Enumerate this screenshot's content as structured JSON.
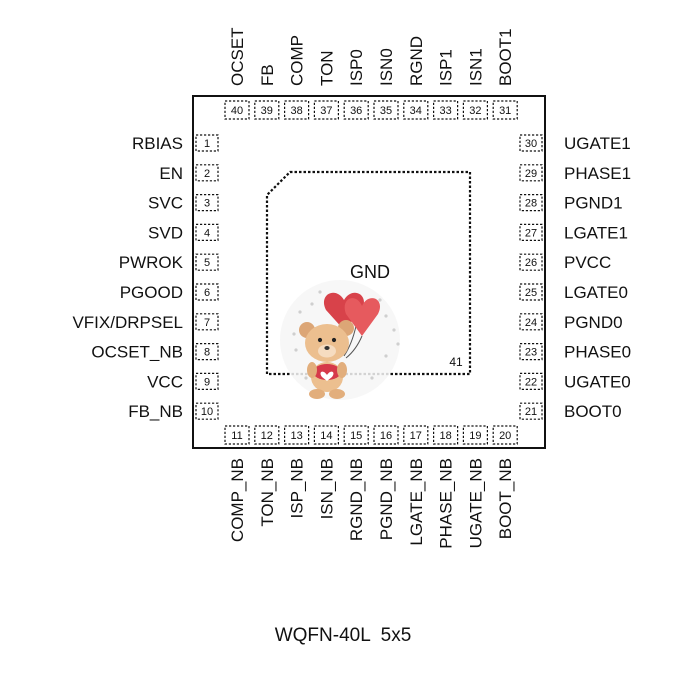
{
  "package_name": "WQFN-40L  5x5",
  "center_pad_label": "GND",
  "center_pad_number": "41",
  "pins_left": [
    {
      "num": "1",
      "name": "RBIAS"
    },
    {
      "num": "2",
      "name": "EN"
    },
    {
      "num": "3",
      "name": "SVC"
    },
    {
      "num": "4",
      "name": "SVD"
    },
    {
      "num": "5",
      "name": "PWROK"
    },
    {
      "num": "6",
      "name": "PGOOD"
    },
    {
      "num": "7",
      "name": "VFIX/DRPSEL"
    },
    {
      "num": "8",
      "name": "OCSET_NB"
    },
    {
      "num": "9",
      "name": "VCC"
    },
    {
      "num": "10",
      "name": "FB_NB"
    }
  ],
  "pins_bottom": [
    {
      "num": "11",
      "name": "COMP_NB"
    },
    {
      "num": "12",
      "name": "TON_NB"
    },
    {
      "num": "13",
      "name": "ISP_NB"
    },
    {
      "num": "14",
      "name": "ISN_NB"
    },
    {
      "num": "15",
      "name": "RGND_NB"
    },
    {
      "num": "16",
      "name": "PGND_NB"
    },
    {
      "num": "17",
      "name": "LGATE_NB"
    },
    {
      "num": "18",
      "name": "PHASE_NB"
    },
    {
      "num": "19",
      "name": "UGATE_NB"
    },
    {
      "num": "20",
      "name": "BOOT_NB"
    }
  ],
  "pins_right": [
    {
      "num": "30",
      "name": "UGATE1"
    },
    {
      "num": "29",
      "name": "PHASE1"
    },
    {
      "num": "28",
      "name": "PGND1"
    },
    {
      "num": "27",
      "name": "LGATE1"
    },
    {
      "num": "26",
      "name": "PVCC"
    },
    {
      "num": "25",
      "name": "LGATE0"
    },
    {
      "num": "24",
      "name": "PGND0"
    },
    {
      "num": "23",
      "name": "PHASE0"
    },
    {
      "num": "22",
      "name": "UGATE0"
    },
    {
      "num": "21",
      "name": "BOOT0"
    }
  ],
  "pins_top": [
    {
      "num": "40",
      "name": "OCSET"
    },
    {
      "num": "39",
      "name": "FB"
    },
    {
      "num": "38",
      "name": "COMP"
    },
    {
      "num": "37",
      "name": "TON"
    },
    {
      "num": "36",
      "name": "ISP0"
    },
    {
      "num": "35",
      "name": "ISN0"
    },
    {
      "num": "34",
      "name": "RGND"
    },
    {
      "num": "33",
      "name": "ISP1"
    },
    {
      "num": "32",
      "name": "ISN1"
    },
    {
      "num": "31",
      "name": "BOOT1"
    }
  ],
  "colors": {
    "outline": "#111111",
    "heart": "#e0474c",
    "bear_fur": "#e9b98a",
    "sticker_dots": "#cfcfcf"
  }
}
